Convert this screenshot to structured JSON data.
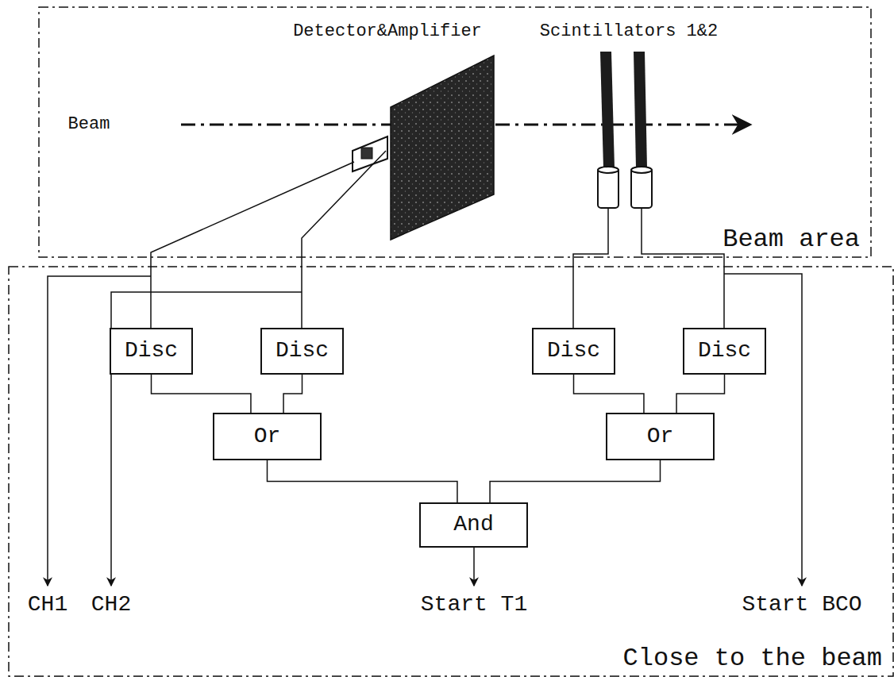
{
  "diagram": {
    "nodes": [
      {
        "text": [
          "Beam area"
        ]
      },
      {
        "text": [
          "Close to the beam"
        ]
      },
      {
        "text": [
          "Disc"
        ],
        "in": 1
      },
      {
        "text": [
          "Disc"
        ],
        "in": 1
      },
      {
        "text": [
          "Disc"
        ],
        "in": 1
      },
      {
        "text": [
          "Disc"
        ],
        "in": 1
      },
      {
        "text": [
          "Or"
        ],
        "in": 1
      },
      {
        "text": [
          "Or"
        ],
        "in": 1
      },
      {
        "text": [
          "And"
        ],
        "in": 1
      }
    ],
    "edges": [
      {
        "from": 2,
        "to": 6,
        "arrow": "none"
      },
      {
        "from": 3,
        "to": 6,
        "arrow": "none"
      },
      {
        "from": 4,
        "to": 7,
        "arrow": "none"
      },
      {
        "from": 5,
        "to": 7,
        "arrow": "none"
      },
      {
        "from": 6,
        "to": 8,
        "arrow": "none"
      },
      {
        "from": 7,
        "to": 8,
        "arrow": "none"
      }
    ],
    "labels": [
      "Detector&Amplifier",
      "Scintillators 1&2",
      "Beam",
      "CH1",
      "CH2",
      "Start T1",
      "Start BCO"
    ]
  }
}
